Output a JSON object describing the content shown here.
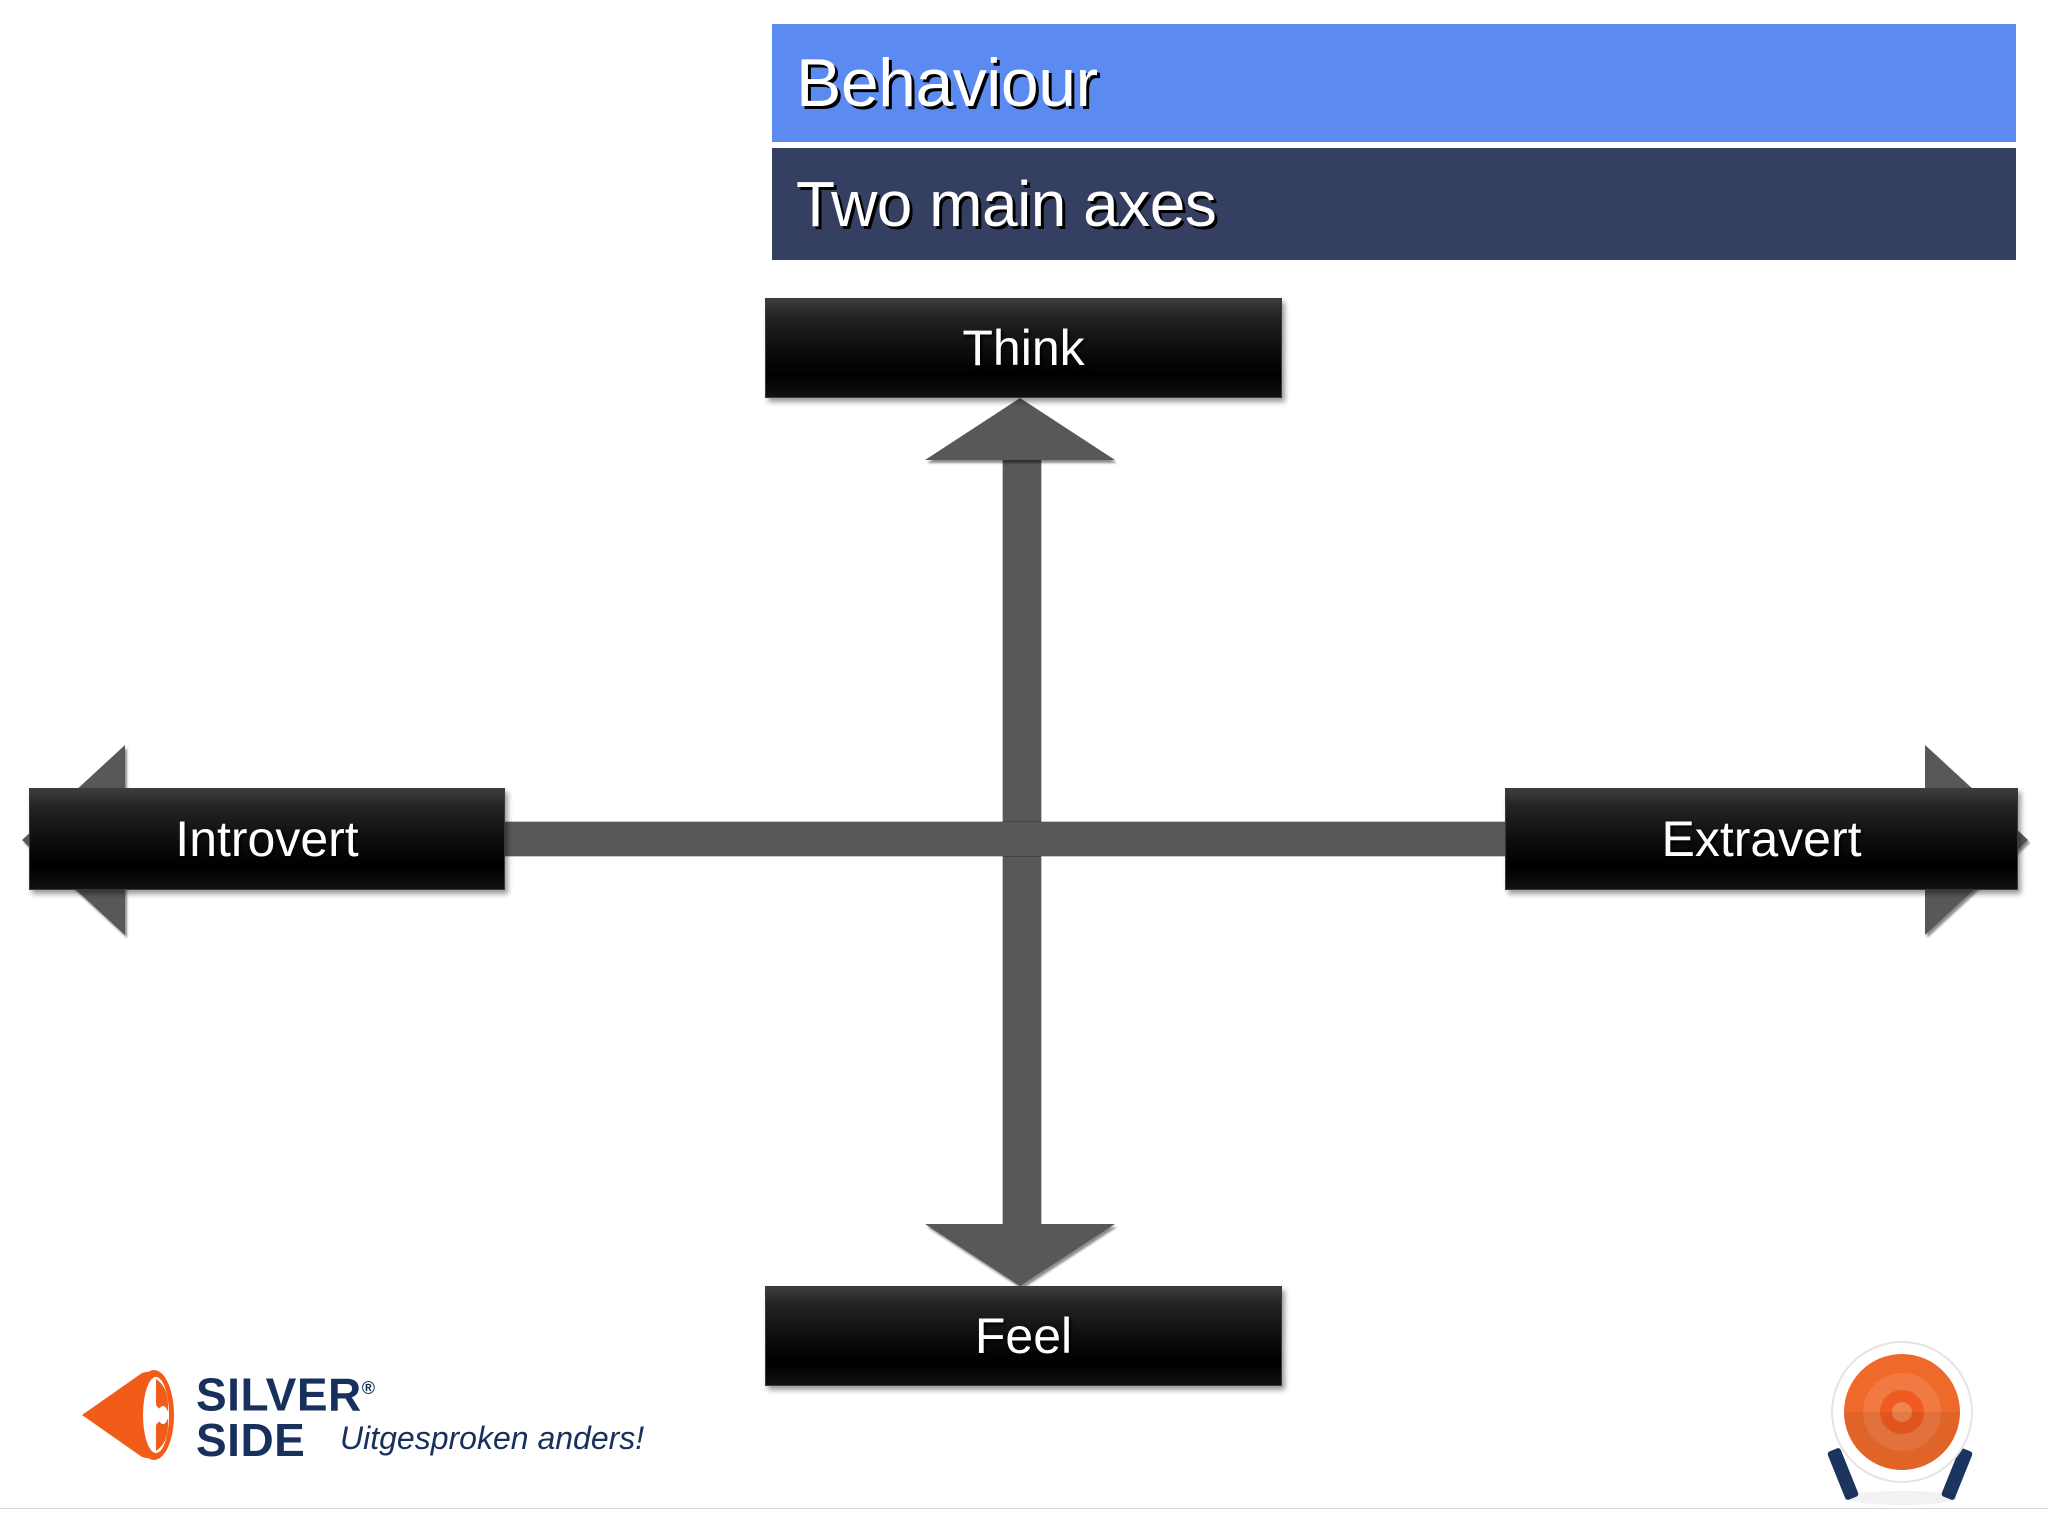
{
  "slide": {
    "title": "Behaviour",
    "subtitle": "Two main axes",
    "background_color": "#ffffff",
    "title_bar_color": "#5b8bf0",
    "subtitle_bar_color": "#343f62",
    "axis_color": "#58585a",
    "box_text_color": "#ffffff"
  },
  "diagram": {
    "type": "two-axis-cross",
    "axes": [
      {
        "name": "vertical-axis",
        "orientation": "vertical",
        "top_label": "Think",
        "bottom_label": "Feel"
      },
      {
        "name": "horizontal-axis",
        "orientation": "horizontal",
        "left_label": "Introvert",
        "right_label": "Extravert"
      }
    ],
    "labels": {
      "think": "Think",
      "feel": "Feel",
      "introvert": "Introvert",
      "extravert": "Extravert"
    }
  },
  "branding": {
    "silverside": {
      "line1": "SILVER",
      "line2": "SIDE",
      "registered_mark": "®",
      "tagline": "Uitgesproken anders!",
      "navy": "#17305c",
      "orange": "#f25c19"
    },
    "target": {
      "name": "target-logo",
      "ring_outer_color": "#ef6a2a",
      "ring_mid_color": "#f07a42",
      "ring_inner_color": "#ef5b20",
      "leg_color": "#1d3461"
    }
  }
}
